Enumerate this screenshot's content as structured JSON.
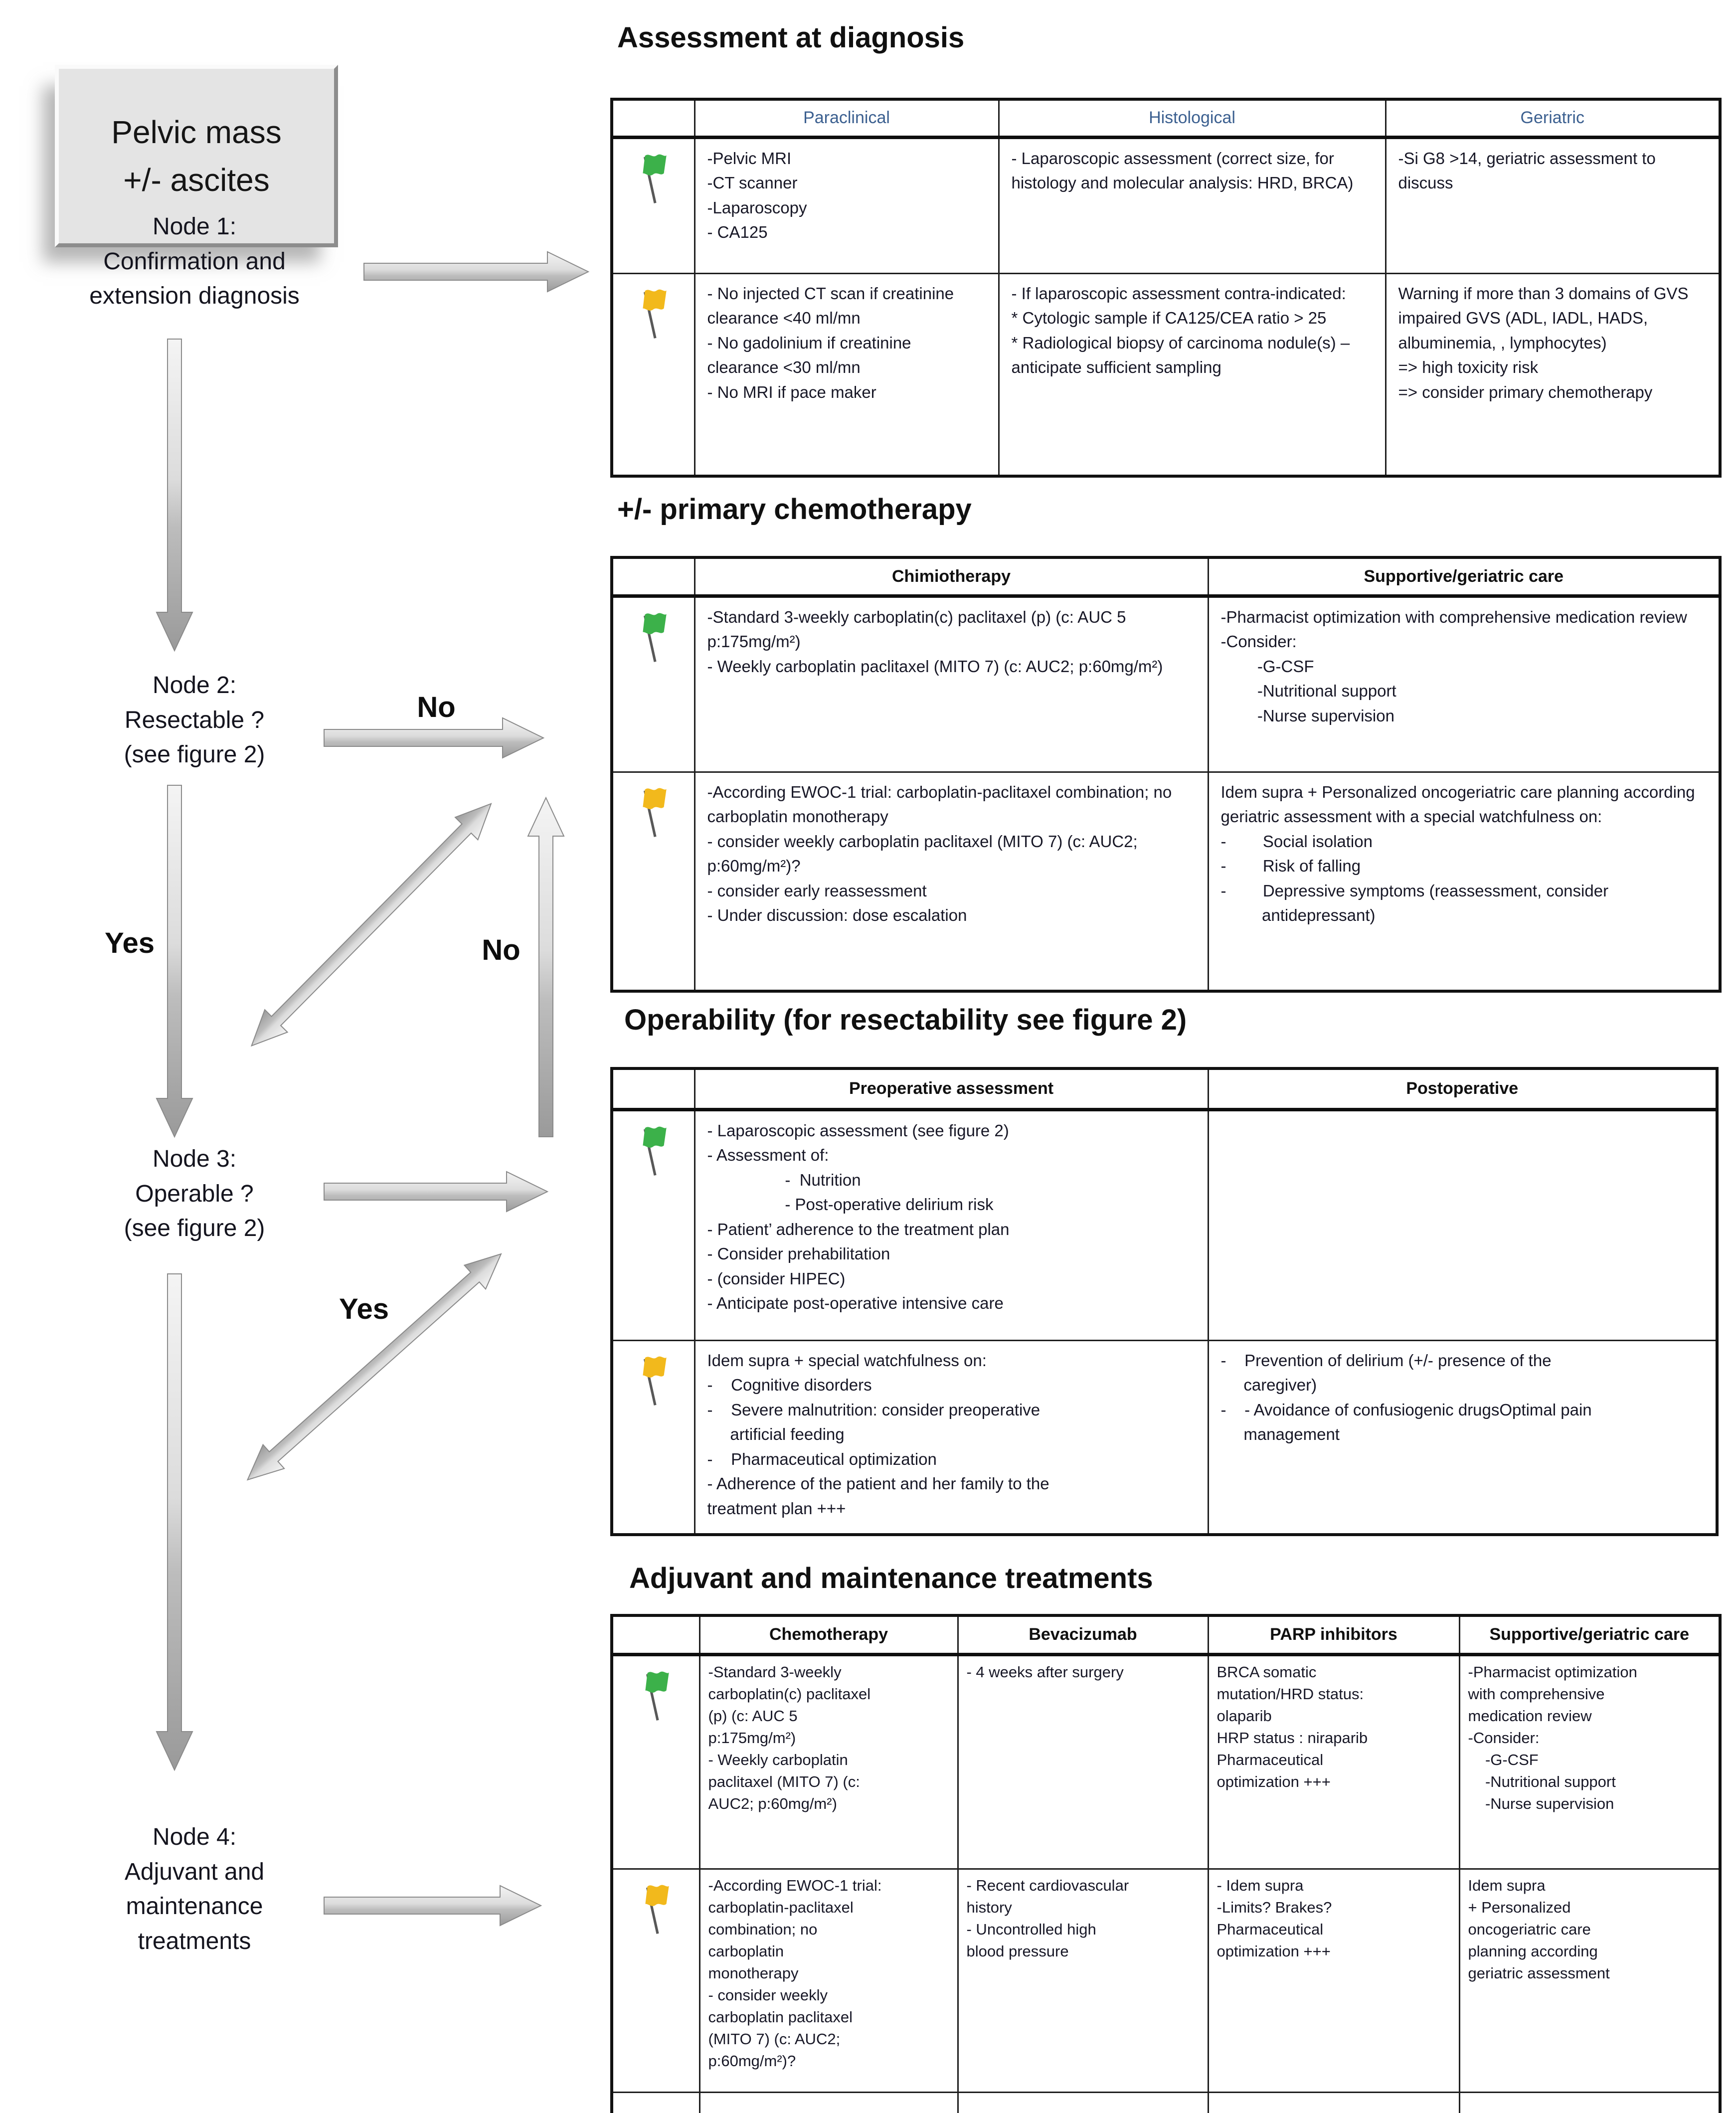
{
  "colors": {
    "green_flag": "#3cb14a",
    "yellow_flag": "#f2b91c",
    "flag_pole": "#585858",
    "header_blue": "#3c6090",
    "text_dark": "#171726",
    "arrow_fill": "#c9c9c9",
    "box_fill": "#e4e4e4"
  },
  "flowchart": {
    "start_box": {
      "line1": "Pelvic mass",
      "line2": "+/- ascites"
    },
    "nodes": [
      {
        "lines": [
          "Node 1:",
          "Confirmation and",
          "extension diagnosis"
        ]
      },
      {
        "lines": [
          "Node 2:",
          "Resectable ?",
          "(see figure 2)"
        ]
      },
      {
        "lines": [
          "Node 3:",
          "Operable ?",
          "(see figure 2)"
        ]
      },
      {
        "lines": [
          "Node 4:",
          "Adjuvant and",
          "maintenance",
          "treatments"
        ]
      }
    ],
    "edge_labels": {
      "node2_no": "No",
      "node2_yes": "Yes",
      "node3_no": "No",
      "node3_yes": "Yes"
    }
  },
  "sections": [
    {
      "title": "Assessment at diagnosis",
      "headers": [
        "Paraclinical",
        "Histological",
        "Geriatric"
      ],
      "rows": [
        {
          "flag": "green",
          "cells": [
            "-Pelvic MRI\n-CT scanner\n-Laparoscopy\n- CA125",
            "- Laparoscopic assessment (correct size, for histology and molecular analysis: HRD, BRCA)",
            "-Si G8 >14, geriatric assessment to discuss"
          ]
        },
        {
          "flag": "yellow",
          "cells": [
            "- No injected CT scan if creatinine clearance <40 ml/mn\n- No gadolinium if creatinine clearance <30 ml/mn\n- No MRI if pace maker",
            "- If laparoscopic assessment contra-indicated:\n* Cytologic sample if CA125/CEA ratio > 25\n* Radiological biopsy of carcinoma nodule(s) – anticipate sufficient sampling",
            "Warning if more than 3 domains of GVS impaired GVS (ADL, IADL, HADS, albuminemia, , lymphocytes)\n=> high toxicity risk\n=> consider primary chemotherapy"
          ]
        }
      ]
    },
    {
      "title": "+/- primary chemotherapy",
      "headers": [
        "Chimiotherapy",
        "Supportive/geriatric care"
      ],
      "rows": [
        {
          "flag": "green",
          "cells": [
            "-Standard 3-weekly carboplatin(c) paclitaxel (p) (c: AUC 5  p:175mg/m²)\n- Weekly carboplatin paclitaxel (MITO 7) (c: AUC2; p:60mg/m²)",
            "-Pharmacist optimization with comprehensive medication review\n-Consider:\n        -G-CSF\n        -Nutritional support\n        -Nurse supervision"
          ]
        },
        {
          "flag": "yellow",
          "cells": [
            "-According EWOC-1 trial: carboplatin-paclitaxel combination; no carboplatin monotherapy\n- consider weekly carboplatin paclitaxel (MITO 7) (c: AUC2; p:60mg/m²)?\n- consider early reassessment\n- Under discussion: dose escalation",
            "Idem supra + Personalized oncogeriatric care planning according geriatric assessment with a special watchfulness on:\n-        Social isolation\n-        Risk of falling\n-        Depressive symptoms (reassessment, consider\n         antidepressant)"
          ]
        }
      ]
    },
    {
      "title": "Operability (for resectability see figure 2)",
      "headers": [
        "Preoperative assessment",
        "Postoperative"
      ],
      "rows": [
        {
          "flag": "green",
          "cells": [
            "- Laparoscopic assessment (see figure 2)\n- Assessment of:\n                 -  Nutrition\n                 - Post-operative delirium risk\n- Patient’ adherence to the treatment plan\n- Consider prehabilitation\n- (consider HIPEC)\n- Anticipate post-operative intensive care",
            ""
          ]
        },
        {
          "flag": "yellow",
          "cells": [
            "Idem supra + special watchfulness on:\n-    Cognitive disorders\n-    Severe malnutrition: consider preoperative\n     artificial feeding\n-    Pharmaceutical optimization\n- Adherence of the patient and her family to the\ntreatment plan +++",
            "-    Prevention of delirium (+/- presence of the\n     caregiver)\n-    - Avoidance of confusiogenic drugsOptimal pain\n     management"
          ]
        }
      ]
    },
    {
      "title": "Adjuvant and maintenance treatments",
      "headers": [
        "Chemotherapy",
        "Bevacizumab",
        "PARP inhibitors",
        "Supportive/geriatric care"
      ],
      "rows": [
        {
          "flag": "green",
          "cells": [
            "-Standard 3-weekly\ncarboplatin(c) paclitaxel\n(p) (c: AUC 5\np:175mg/m²)\n- Weekly carboplatin\npaclitaxel (MITO 7) (c:\nAUC2; p:60mg/m²)",
            "- 4 weeks after surgery",
            "BRCA somatic\nmutation/HRD status:\nolaparib\nHRP status : niraparib\nPharmaceutical\noptimization +++",
            "-Pharmacist optimization\nwith comprehensive\nmedication review\n-Consider:\n    -G-CSF\n    -Nutritional support\n    -Nurse supervision"
          ]
        },
        {
          "flag": "yellow",
          "cells": [
            "-According EWOC-1 trial:\ncarboplatin-paclitaxel\ncombination; no\ncarboplatin\nmonotherapy\n- consider weekly\ncarboplatin paclitaxel\n(MITO 7) (c: AUC2;\np:60mg/m²)?",
            "- Recent cardiovascular\nhistory\n- Uncontrolled high\nblood pressure",
            "- Idem supra\n-Limits? Brakes?\nPharmaceutical\noptimization +++",
            "Idem supra\n+ Personalized\noncogeriatric care\nplanning according\ngeriatric assessment"
          ]
        }
      ]
    }
  ]
}
